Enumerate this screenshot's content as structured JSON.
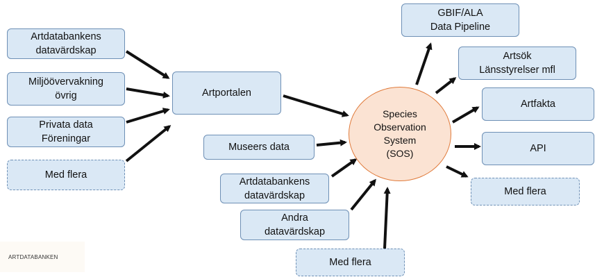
{
  "sources_left": [
    "Artdatabankens\ndatavärdskap",
    "Miljöövervakning\növrig",
    "Privata data\nFöreningar",
    "Med flera"
  ],
  "artportalen": "Artportalen",
  "sources_bottom": [
    "Museers data",
    "Artdatabankens\ndatavärdskap",
    "Andra\ndatavärdskap",
    "Med flera"
  ],
  "sos": "Species\nObservation\nSystem\n(SOS)",
  "outputs": [
    "GBIF/ALA\nData Pipeline",
    "Artsök\nLänsstyrelser mfl",
    "Artfakta",
    "API",
    "Med flera"
  ],
  "brand": "ARTDATABANKEN",
  "colors": {
    "box_fill": "#dae8f5",
    "box_border": "#6d8fb5",
    "sos_fill": "#fbe3d3",
    "sos_border": "#e07a3a",
    "arrow": "#111111"
  }
}
